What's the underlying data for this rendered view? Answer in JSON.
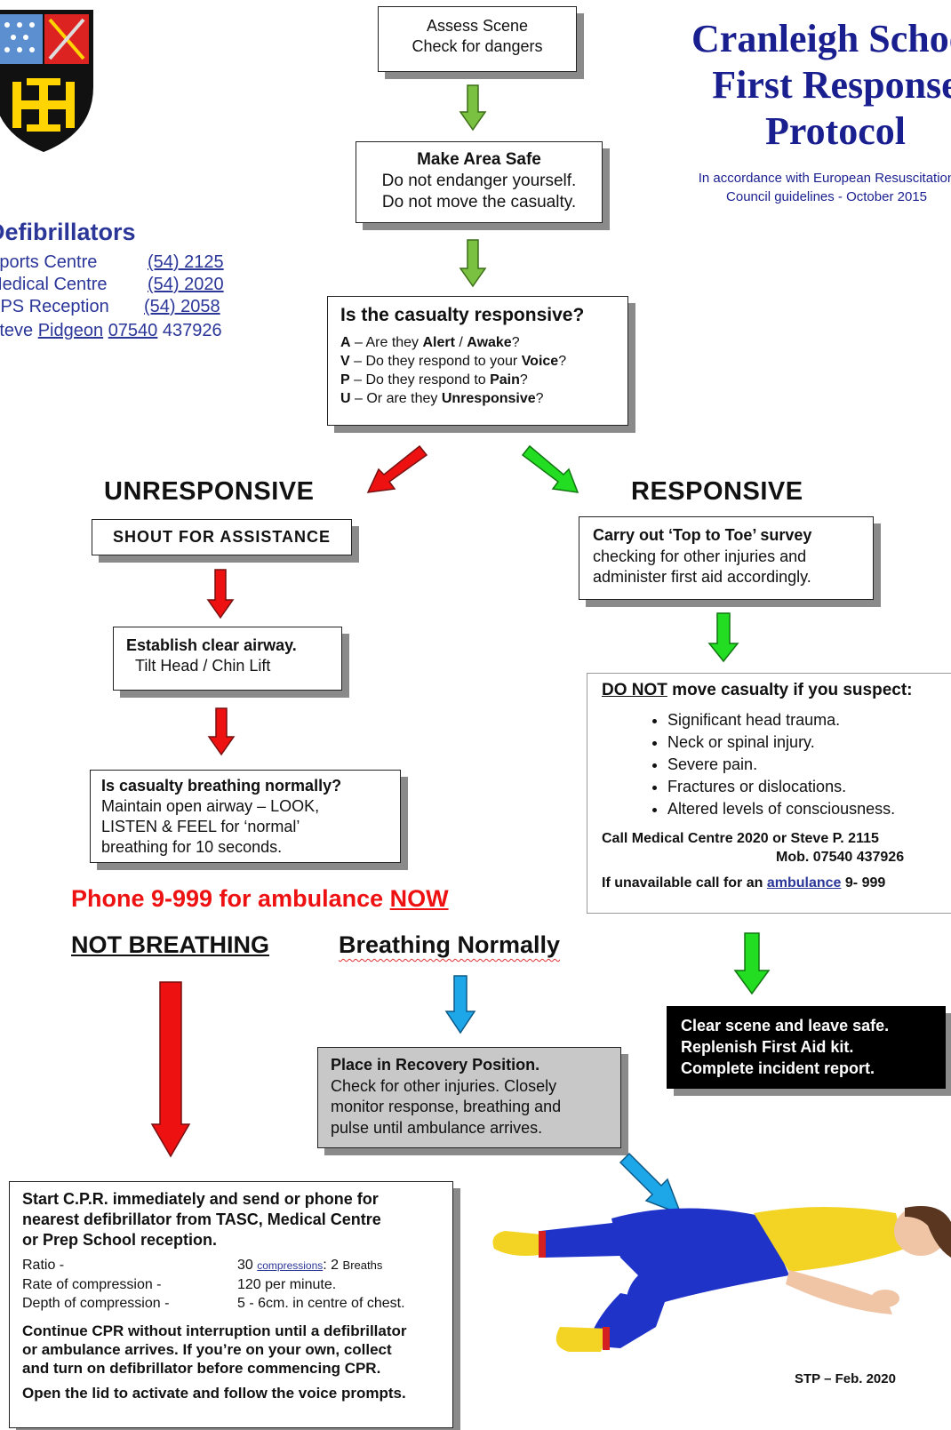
{
  "header": {
    "title_line1": "Cranleigh School",
    "title_line2": "First Response",
    "title_line3": "Protocol",
    "subtitle_line1": "In accordance with European Resuscitation",
    "subtitle_line2": "Council guidelines - October 2015"
  },
  "defibrillators": {
    "heading": "Defibrillators",
    "rows": [
      {
        "name": "Sports Centre",
        "number": "(54) 2125"
      },
      {
        "name": "Medical Centre",
        "number": "(54) 2020"
      },
      {
        "name": "CPS Reception",
        "number": "(54) 2058"
      }
    ],
    "contact_name": "Steve",
    "contact_surname": "Pidgeon",
    "contact_mobile_a": "07540",
    "contact_mobile_b": "437926"
  },
  "assess": {
    "line1": "Assess Scene",
    "line2": "Check for dangers"
  },
  "safe": {
    "line1": "Make Area Safe",
    "line2": "Do not endanger yourself.",
    "line3": "Do not move the casualty."
  },
  "responsive_q": {
    "heading": "Is the casualty responsive?",
    "items": [
      {
        "letter": "A",
        "pre": "Are they ",
        "bold": "Alert",
        "mid": " / ",
        "bold2": "Awake",
        "post": "?"
      },
      {
        "letter": "V",
        "pre": "Do they respond to your ",
        "bold": "Voice",
        "mid": "",
        "bold2": "",
        "post": "?"
      },
      {
        "letter": "P",
        "pre": "Do they respond to ",
        "bold": "Pain",
        "mid": "",
        "bold2": "",
        "post": "?"
      },
      {
        "letter": "U",
        "pre": "Or are they ",
        "bold": "Unresponsive",
        "mid": "",
        "bold2": "",
        "post": "?"
      }
    ]
  },
  "unresponsive": {
    "heading": "UNRESPONSIVE",
    "shout": "SHOUT FOR ASSISTANCE",
    "airway_line1": "Establish clear airway.",
    "airway_line2": "Tilt Head / Chin Lift",
    "breathing_q": "Is casualty breathing normally?",
    "breathing_l1": "Maintain open airway – LOOK,",
    "breathing_l2": "LISTEN & FEEL for ‘normal’",
    "breathing_l3": "breathing for 10 seconds."
  },
  "phone": {
    "text": "Phone 9-999 for ambulance ",
    "now": "NOW"
  },
  "not_breathing": "NOT BREATHING",
  "breathing_normally": "Breathing Normally",
  "recovery": {
    "heading": "Place in Recovery Position.",
    "l1": "Check for other injuries. Closely",
    "l2": "monitor response, breathing and",
    "l3": "pulse until ambulance arrives."
  },
  "cpr": {
    "l1": "Start C.P.R. immediately and send or phone for",
    "l2": "nearest defibrillator from TASC, Medical Centre",
    "l3": "or Prep School reception.",
    "ratio_label": "Ratio -",
    "ratio_val_a": "30",
    "ratio_val_b": "compressions",
    "ratio_val_c": ": 2",
    "ratio_val_d": "Breaths",
    "rate_label": "Rate of compression -",
    "rate_val": "120 per minute.",
    "depth_label": "Depth of compression -",
    "depth_val": "5 - 6cm. in centre of chest.",
    "c1": "Continue CPR without interruption until a defibrillator",
    "c2": "or ambulance arrives. If you’re on your own, collect",
    "c3": "and turn on defibrillator before commencing CPR.",
    "lid": "Open the lid to activate and follow the voice prompts."
  },
  "responsive": {
    "heading": "RESPONSIVE",
    "survey_l1": "Carry out ‘Top to Toe’ survey",
    "survey_l2": "checking for other injuries and",
    "survey_l3": "administer first aid accordingly.",
    "donot_u": "DO NOT",
    "donot_rest": " move casualty if you suspect:",
    "items": [
      "Significant head trauma.",
      "Neck or spinal injury.",
      "Severe pain.",
      "Fractures or dislocations.",
      "Altered levels of consciousness."
    ],
    "call_l1": "Call Medical Centre 2020 or Steve P.  2115",
    "call_l2": "Mob.  07540 437926",
    "unavail_pre": "If unavailable call for an ",
    "unavail_amb": "ambulance",
    "unavail_num": "9- 999"
  },
  "clear": {
    "l1": "Clear scene and leave safe.",
    "l2": "Replenish First Aid kit.",
    "l3": "Complete incident report."
  },
  "footer": "STP – Feb. 2020",
  "colors": {
    "navy": "#1a1f8f",
    "red": "#ee1111",
    "green": "#22dd22",
    "lightgreen": "#7ac142",
    "blue": "#1ea7e8",
    "grey_box": "#c8c8c8",
    "black_box": "#000000"
  }
}
